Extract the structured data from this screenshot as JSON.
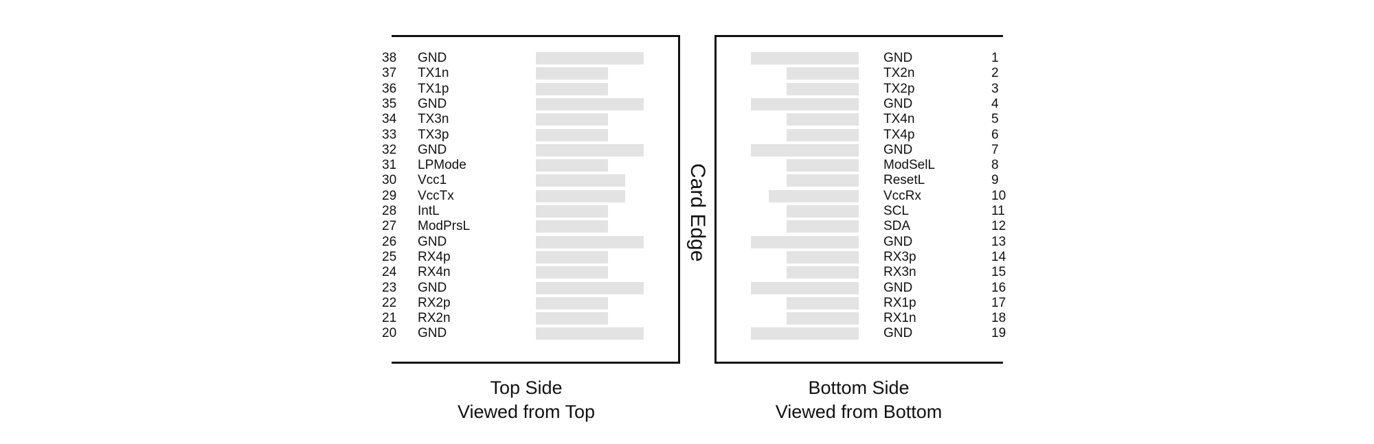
{
  "edge_label": "Card Edge",
  "top_side": {
    "caption_line1": "Top Side",
    "caption_line2": "Viewed from Top",
    "pins": [
      {
        "num": "38",
        "name": "GND",
        "pad": "long"
      },
      {
        "num": "37",
        "name": "TX1n",
        "pad": "short"
      },
      {
        "num": "36",
        "name": "TX1p",
        "pad": "short"
      },
      {
        "num": "35",
        "name": "GND",
        "pad": "long"
      },
      {
        "num": "34",
        "name": "TX3n",
        "pad": "short"
      },
      {
        "num": "33",
        "name": "TX3p",
        "pad": "short"
      },
      {
        "num": "32",
        "name": "GND",
        "pad": "long"
      },
      {
        "num": "31",
        "name": "LPMode",
        "pad": "short"
      },
      {
        "num": "30",
        "name": "Vcc1",
        "pad": "medium"
      },
      {
        "num": "29",
        "name": "VccTx",
        "pad": "medium"
      },
      {
        "num": "28",
        "name": "IntL",
        "pad": "short"
      },
      {
        "num": "27",
        "name": "ModPrsL",
        "pad": "short"
      },
      {
        "num": "26",
        "name": "GND",
        "pad": "long"
      },
      {
        "num": "25",
        "name": "RX4p",
        "pad": "short"
      },
      {
        "num": "24",
        "name": "RX4n",
        "pad": "short"
      },
      {
        "num": "23",
        "name": "GND",
        "pad": "long"
      },
      {
        "num": "22",
        "name": "RX2p",
        "pad": "short"
      },
      {
        "num": "21",
        "name": "RX2n",
        "pad": "short"
      },
      {
        "num": "20",
        "name": "GND",
        "pad": "long"
      }
    ]
  },
  "bottom_side": {
    "caption_line1": "Bottom Side",
    "caption_line2": "Viewed from Bottom",
    "pins": [
      {
        "num": "1",
        "name": "GND",
        "pad": "long"
      },
      {
        "num": "2",
        "name": "TX2n",
        "pad": "short"
      },
      {
        "num": "3",
        "name": "TX2p",
        "pad": "short"
      },
      {
        "num": "4",
        "name": "GND",
        "pad": "long"
      },
      {
        "num": "5",
        "name": "TX4n",
        "pad": "short"
      },
      {
        "num": "6",
        "name": "TX4p",
        "pad": "short"
      },
      {
        "num": "7",
        "name": "GND",
        "pad": "long"
      },
      {
        "num": "8",
        "name": "ModSelL",
        "pad": "short"
      },
      {
        "num": "9",
        "name": "ResetL",
        "pad": "short"
      },
      {
        "num": "10",
        "name": "VccRx",
        "pad": "medium"
      },
      {
        "num": "11",
        "name": "SCL",
        "pad": "short"
      },
      {
        "num": "12",
        "name": "SDA",
        "pad": "short"
      },
      {
        "num": "13",
        "name": "GND",
        "pad": "long"
      },
      {
        "num": "14",
        "name": "RX3p",
        "pad": "short"
      },
      {
        "num": "15",
        "name": "RX3n",
        "pad": "short"
      },
      {
        "num": "16",
        "name": "GND",
        "pad": "long"
      },
      {
        "num": "17",
        "name": "RX1p",
        "pad": "short"
      },
      {
        "num": "18",
        "name": "RX1n",
        "pad": "short"
      },
      {
        "num": "19",
        "name": "GND",
        "pad": "long"
      }
    ]
  },
  "colors": {
    "pad": "#e3e3e3",
    "line": "#111111"
  }
}
